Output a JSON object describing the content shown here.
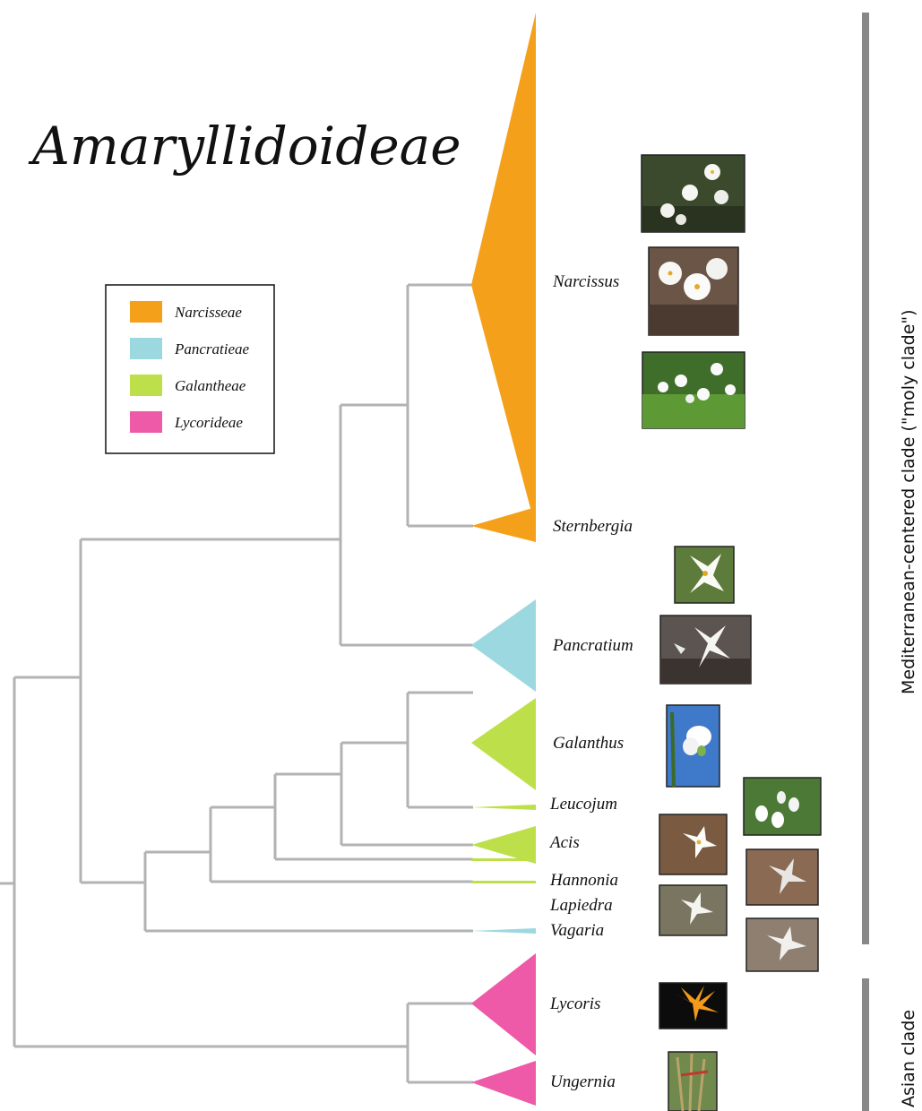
{
  "title": "Amaryllidoideae",
  "legend": [
    {
      "label": "Narcisseae",
      "color": "#F5A01A"
    },
    {
      "label": "Pancratieae",
      "color": "#9CD8E0"
    },
    {
      "label": "Galantheae",
      "color": "#BDE04A"
    },
    {
      "label": "Lycorideae",
      "color": "#EE59A8"
    }
  ],
  "taxa": {
    "narcissus": "Narcissus",
    "sternbergia": "Sternbergia",
    "pancratium": "Pancratium",
    "galanthus": "Galanthus",
    "leucojum": "Leucojum",
    "acis": "Acis",
    "hannonia": "Hannonia",
    "lapiedra": "Lapiedra",
    "vagaria": "Vagaria",
    "lycoris": "Lycoris",
    "ungernia": "Ungernia"
  },
  "clades": {
    "mediterranean": "Mediterranean-centered clade (\"moly clade\")",
    "asian": "Asian clade"
  },
  "colors": {
    "branch": "#B3B3B3",
    "clade_bar": "#888888"
  }
}
